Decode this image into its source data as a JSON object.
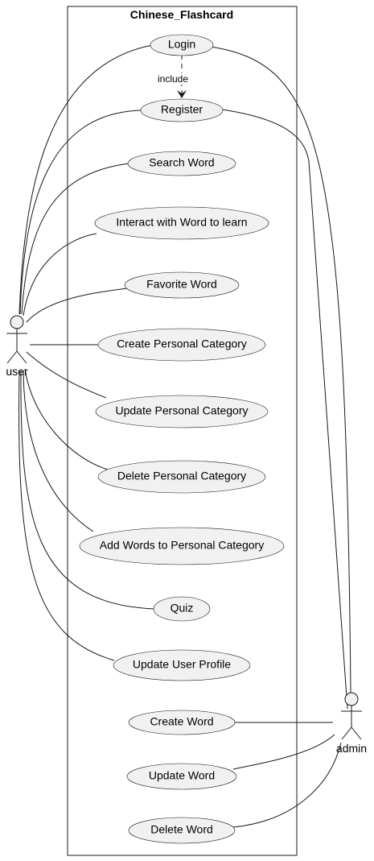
{
  "system": {
    "title": "Chinese_Flashcard"
  },
  "actors": {
    "user": {
      "label": "user"
    },
    "admin": {
      "label": "admin"
    }
  },
  "use_cases": [
    {
      "id": "login",
      "label": "Login"
    },
    {
      "id": "register",
      "label": "Register"
    },
    {
      "id": "search-word",
      "label": "Search Word"
    },
    {
      "id": "interact-word",
      "label": "Interact with Word to learn"
    },
    {
      "id": "favorite-word",
      "label": "Favorite Word"
    },
    {
      "id": "create-category",
      "label": "Create Personal Category"
    },
    {
      "id": "update-category",
      "label": "Update Personal Category"
    },
    {
      "id": "delete-category",
      "label": "Delete Personal Category"
    },
    {
      "id": "add-words-category",
      "label": "Add Words to Personal Category"
    },
    {
      "id": "quiz",
      "label": "Quiz"
    },
    {
      "id": "update-profile",
      "label": "Update User Profile"
    },
    {
      "id": "create-word",
      "label": "Create Word"
    },
    {
      "id": "update-word",
      "label": "Update Word"
    },
    {
      "id": "delete-word",
      "label": "Delete Word"
    }
  ],
  "relations": {
    "include_label": "include",
    "user_links": [
      "login",
      "register",
      "search-word",
      "interact-word",
      "favorite-word",
      "create-category",
      "update-category",
      "delete-category",
      "add-words-category",
      "quiz",
      "update-profile"
    ],
    "admin_links": [
      "login",
      "register",
      "create-word",
      "update-word",
      "delete-word"
    ]
  }
}
